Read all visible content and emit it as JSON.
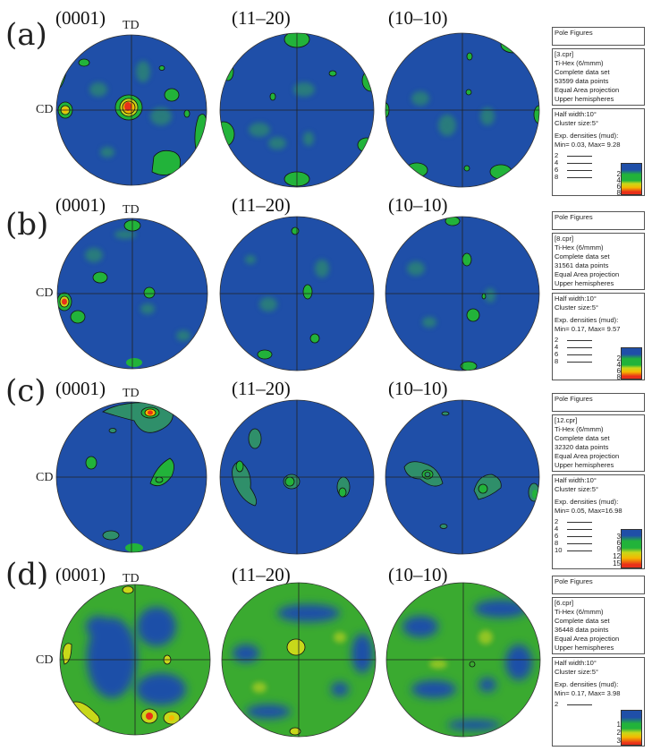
{
  "figure": {
    "rows": [
      {
        "label": "(a)",
        "plane_labels": [
          "(0001)",
          "(11–20)",
          "(10–10)"
        ],
        "axis_labels": {
          "td": "TD",
          "cd": "CD"
        },
        "legend": {
          "title": "Pole Figures",
          "info": [
            "[3.cpr]",
            "Ti-Hex (6/mmm)",
            "Complete data set",
            "53599 data points",
            "Equal Area projection",
            "Upper hemispheres"
          ],
          "half_width": "Half width:10°",
          "cluster_size": "Cluster size:5°",
          "densities_label": "Exp. densities (mud):",
          "min_max": "Min= 0.03, Max= 9.28",
          "contour_levels": [
            "2",
            "4",
            "6",
            "8"
          ],
          "colorbar_ticks": [
            "2",
            "4",
            "6",
            "8"
          ]
        },
        "background": "blue"
      },
      {
        "label": "(b)",
        "plane_labels": [
          "(0001)",
          "(11–20)",
          "(10–10)"
        ],
        "axis_labels": {
          "td": "TD",
          "cd": "CD"
        },
        "legend": {
          "title": "Pole Figures",
          "info": [
            "[8.cpr]",
            "Ti-Hex (6/mmm)",
            "Complete data set",
            "31561 data points",
            "Equal Area projection",
            "Upper hemispheres"
          ],
          "half_width": "Half width:10°",
          "cluster_size": "Cluster size:5°",
          "densities_label": "Exp. densities (mud):",
          "min_max": "Min= 0.17, Max= 9.57",
          "contour_levels": [
            "2",
            "4",
            "6",
            "8"
          ],
          "colorbar_ticks": [
            "2",
            "4",
            "6",
            "8"
          ]
        },
        "background": "blue"
      },
      {
        "label": "(c)",
        "plane_labels": [
          "(0001)",
          "(11–20)",
          "(10–10)"
        ],
        "axis_labels": {
          "td": "TD",
          "cd": "CD"
        },
        "legend": {
          "title": "Pole Figures",
          "info": [
            "[12.cpr]",
            "Ti-Hex (6/mmm)",
            "Complete data set",
            "32320 data points",
            "Equal Area projection",
            "Upper hemispheres"
          ],
          "half_width": "Half width:10°",
          "cluster_size": "Cluster size:5°",
          "densities_label": "Exp. densities (mud):",
          "min_max": "Min= 0.05, Max=16.98",
          "contour_levels": [
            "2",
            "4",
            "6",
            "8",
            "10"
          ],
          "colorbar_ticks": [
            "3",
            "6",
            "9",
            "12",
            "15"
          ]
        },
        "background": "blue"
      },
      {
        "label": "(d)",
        "plane_labels": [
          "(0001)",
          "(11–20)",
          "(10–10)"
        ],
        "axis_labels": {
          "td": "TD",
          "cd": "CD"
        },
        "legend": {
          "title": "Pole Figures",
          "info": [
            "[6.cpr]",
            "Ti-Hex (6/mmm)",
            "Complete data set",
            "36448 data points",
            "Equal Area projection",
            "Upper hemispheres"
          ],
          "half_width": "Half width:10°",
          "cluster_size": "Cluster size:5°",
          "densities_label": "Exp. densities (mud):",
          "min_max": "Min= 0.17, Max= 3.98",
          "contour_levels": [
            "2"
          ],
          "colorbar_ticks": [
            "1",
            "2",
            "3"
          ]
        },
        "background": "green"
      }
    ],
    "colors": {
      "low": "#1f4fa8",
      "mid_low": "#2a8f5a",
      "mid": "#22b33a",
      "mid_high": "#c8d81a",
      "high": "#f5b800",
      "max": "#e8301a",
      "contour": "#1a1a1a"
    }
  }
}
